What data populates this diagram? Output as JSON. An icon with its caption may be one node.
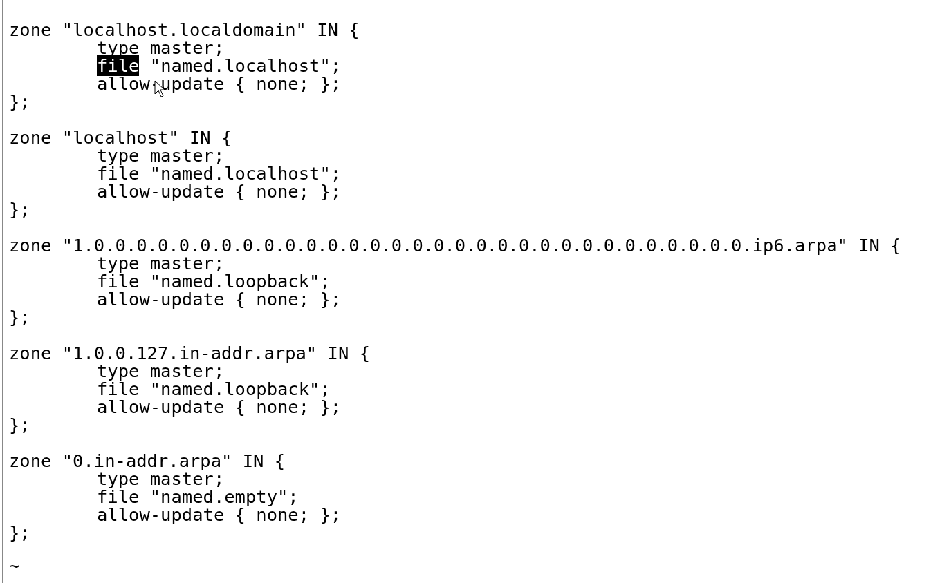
{
  "diagram": {
    "labels": [
      "zone \"localhost.localdomain\" IN {",
      "type master;",
      "file \"named.localhost\";",
      "allow-update { none; };",
      "};",
      "zone \"localhost\" IN {",
      "type master;",
      "file \"named.localhost\";",
      "allow-update { none; };",
      "};",
      "zone \"1.0.0.0.0.0.0.0.0.0.0.0.0.0.0.0.0.0.0.0.0.0.0.0.0.0.0.0.0.0.0.0.ip6.arpa\" IN {",
      "type master;",
      "file \"named.loopback\";",
      "allow-update { none; };",
      "};",
      "zone \"1.0.0.127.in-addr.arpa\" IN {",
      "type master;",
      "file \"named.loopback\";",
      "allow-update { none; };",
      "};",
      "zone \"0.in-addr.arpa\" IN {",
      "type master;",
      "file \"named.empty\";",
      "allow-update { none; };",
      "};",
      "~"
    ]
  }
}
